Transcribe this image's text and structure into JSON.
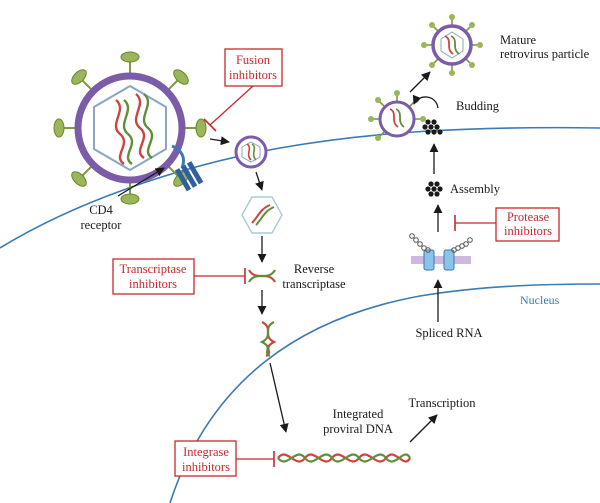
{
  "labels": {
    "mature_line1": "Mature",
    "mature_line2": "retrovirus particle",
    "budding": "Budding",
    "assembly": "Assembly",
    "cd4_line1": "CD4",
    "cd4_line2": "receptor",
    "reverse_line1": "Reverse",
    "reverse_line2": "transcriptase",
    "nucleus": "Nucleus",
    "spliced_rna": "Spliced RNA",
    "transcription": "Transcription",
    "integrated_line1": "Integrated",
    "integrated_line2": "proviral DNA"
  },
  "inhibitors": {
    "fusion_line1": "Fusion",
    "fusion_line2": "inhibitors",
    "protease_line1": "Protease",
    "protease_line2": "inhibitors",
    "transcriptase_line1": "Transcriptase",
    "transcriptase_line2": "inhibitors",
    "integrase_line1": "Integrase",
    "integrase_line2": "inhibitors"
  },
  "colors": {
    "membrane": "#3a7bb5",
    "inhibitor": "#c8282d",
    "capsid": "#7a5ca8",
    "spike": "#7f9b3c",
    "dna_red": "#d0443d",
    "dna_green": "#5f8f3a"
  }
}
